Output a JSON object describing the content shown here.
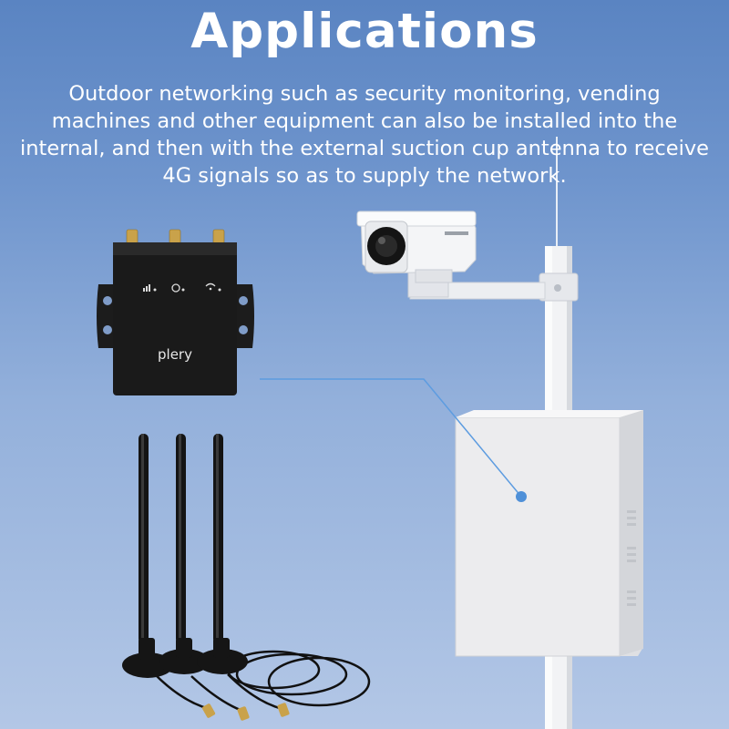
{
  "header": {
    "title": "Applications",
    "description": "Outdoor networking such as security monitoring, vending machines and other equipment can also be installed into the internal, and then with the external suction cup antenna to receive 4G signals so as to supply the network."
  },
  "router": {
    "brand_label": "plery",
    "indicator_icons": [
      "signal-icon",
      "power-icon",
      "wifi-icon"
    ]
  },
  "antennas": {
    "count": 3
  },
  "colors": {
    "background_top": "#5a84c2",
    "background_bottom": "#b3c7e6",
    "text": "#ffffff",
    "router_body": "#1a1a1a",
    "accent_line": "#5d9ce0",
    "cabinet": "#ececee"
  }
}
